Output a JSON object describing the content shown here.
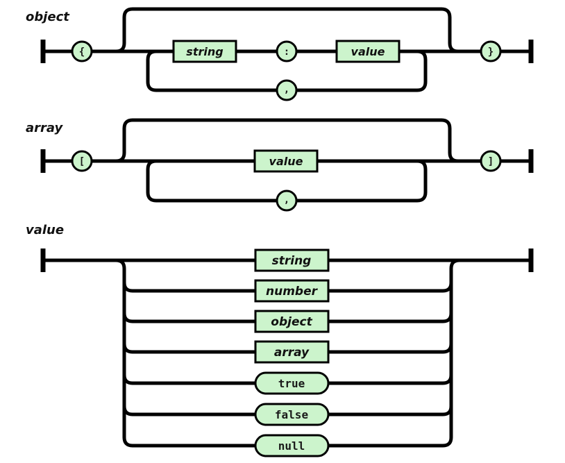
{
  "colors": {
    "background": "#ffffff",
    "node_fill": "#ccf4cc",
    "line": "#000000",
    "label_text": "#111111",
    "terminal_text": "#1a1a1a"
  },
  "diagrams": {
    "object": {
      "label": "object",
      "open": "{",
      "key_ref": "string",
      "colon": ":",
      "value_ref": "value",
      "comma": ",",
      "close": "}"
    },
    "array": {
      "label": "array",
      "open": "[",
      "value_ref": "value",
      "comma": ",",
      "close": "]"
    },
    "value": {
      "label": "value",
      "nonterminal_refs": [
        "string",
        "number",
        "object",
        "array"
      ],
      "terminal_literals": [
        "true",
        "false",
        "null"
      ]
    }
  }
}
